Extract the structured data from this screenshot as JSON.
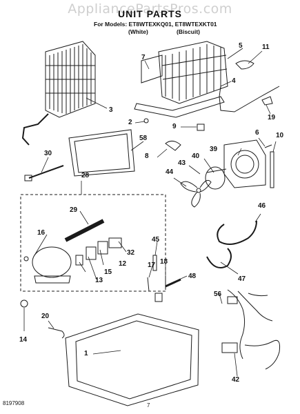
{
  "watermark": "AppliancePartsPros.com",
  "title": "UNIT PARTS",
  "models_line": "For Models: ET8WTEXKQ01, ET8WTEXKT01",
  "variants": [
    "(White)",
    "(Biscuit)"
  ],
  "footer": {
    "doc_number": "8197908",
    "page_number": "7"
  },
  "callouts": [
    "1",
    "2",
    "3",
    "4",
    "5",
    "6",
    "7",
    "8",
    "9",
    "10",
    "11",
    "12",
    "13",
    "14",
    "15",
    "16",
    "17",
    "18",
    "19",
    "20",
    "28",
    "29",
    "30",
    "32",
    "39",
    "40",
    "42",
    "43",
    "44",
    "45",
    "46",
    "47",
    "48",
    "56",
    "58"
  ]
}
